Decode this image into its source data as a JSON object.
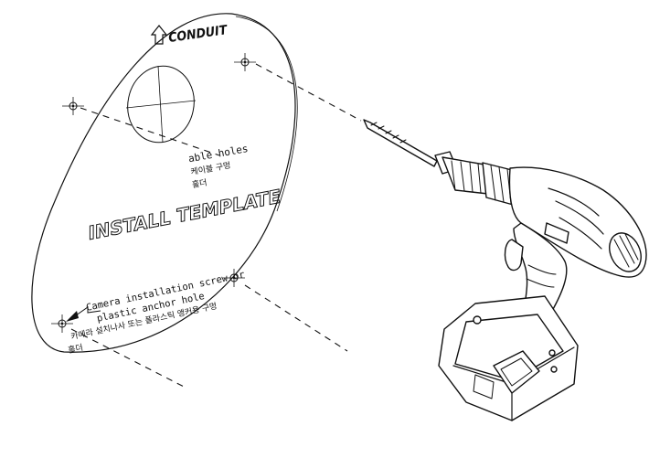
{
  "template": {
    "conduit_label": "CONDUIT",
    "cable_label_en": "able holes",
    "cable_label_ko": "케이블 구멍",
    "cable_mark": "홀더",
    "title": "INSTALL TEMPLATE",
    "install_label_line1": "Camera installation screw or",
    "install_label_line2": "plastic anchor hole",
    "install_label_ko": "카메라 설치나사 또는 플라스틱 앵커용 구멍",
    "install_mark": "홀더"
  },
  "icons": [
    "up-arrow-icon",
    "crosshair-icon",
    "drill-icon"
  ]
}
